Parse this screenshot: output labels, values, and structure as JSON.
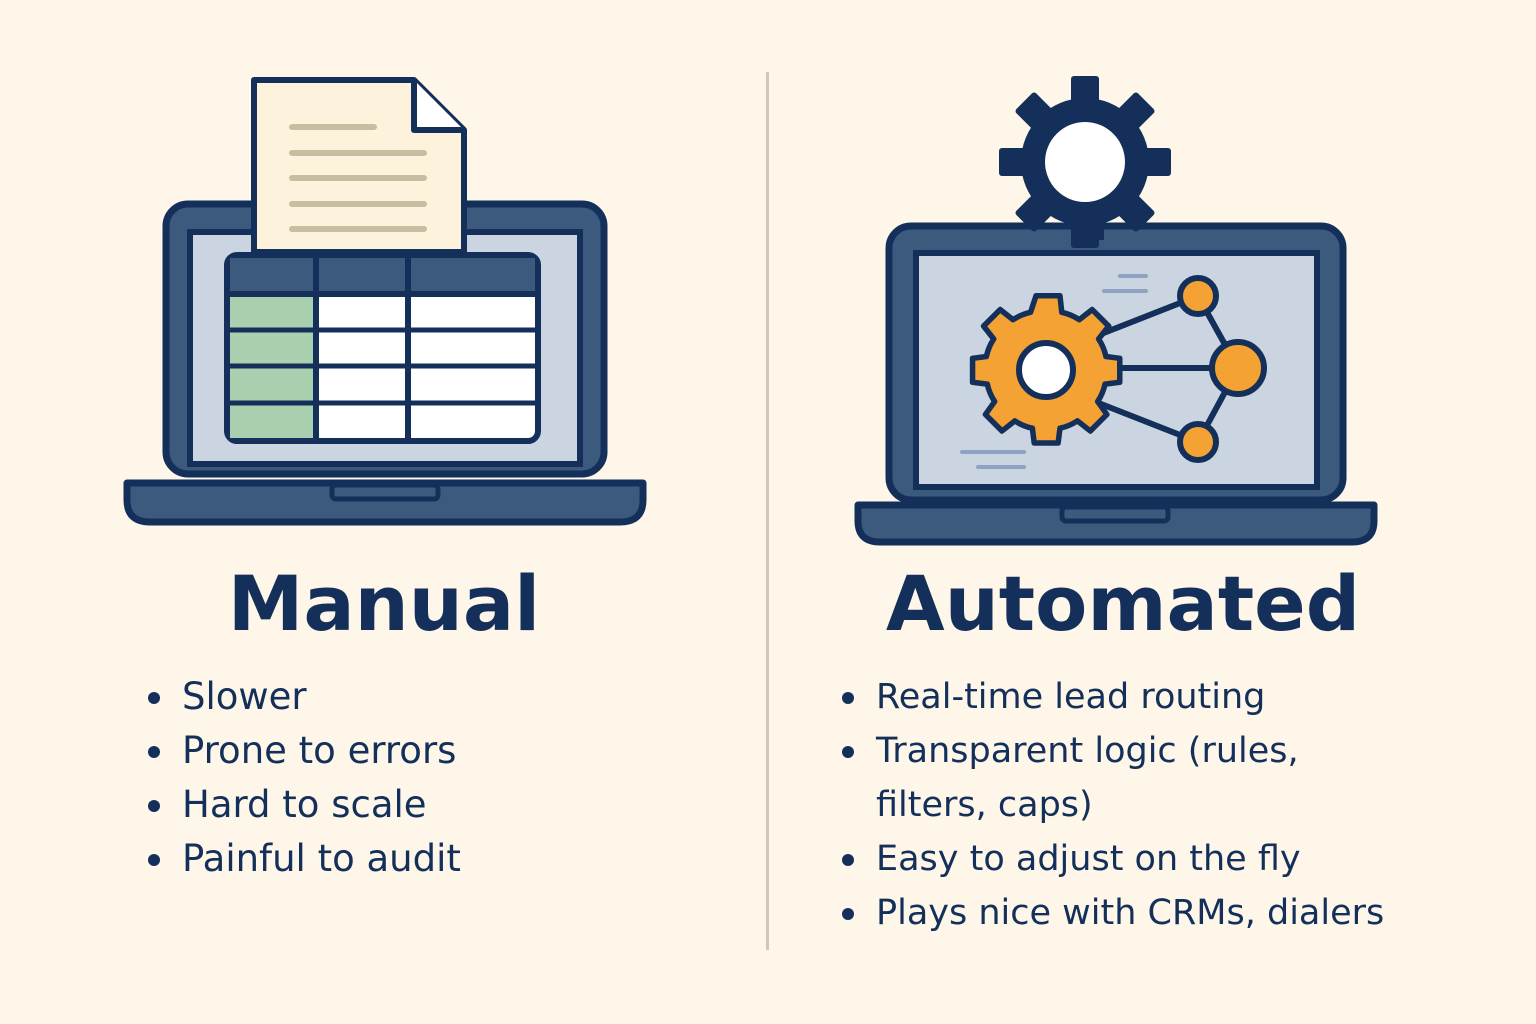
{
  "manual": {
    "title": "Manual",
    "bullets": [
      "Slower",
      "Prone to errors",
      "Hard to scale",
      "Painful to audit"
    ]
  },
  "automated": {
    "title": "Automated",
    "bullets": [
      "Real-time lead routing",
      "Transparent logic (rules,",
      "filters, caps)",
      "Easy to adjust on the fly",
      "Plays nice with CRMs, dialers"
    ]
  },
  "icons": {
    "manual": [
      "laptop-icon",
      "document-icon",
      "spreadsheet-icon"
    ],
    "automated": [
      "laptop-icon",
      "gear-icon",
      "network-nodes-icon"
    ]
  },
  "colors": {
    "background": "#fdf6e9",
    "navy": "#14305a",
    "laptop_blue": "#3b5a7e",
    "screen": "#cbd5e1",
    "accent_orange": "#f4a233",
    "spreadsheet_green": "#a8cfae",
    "paper": "#fdf3dc"
  }
}
